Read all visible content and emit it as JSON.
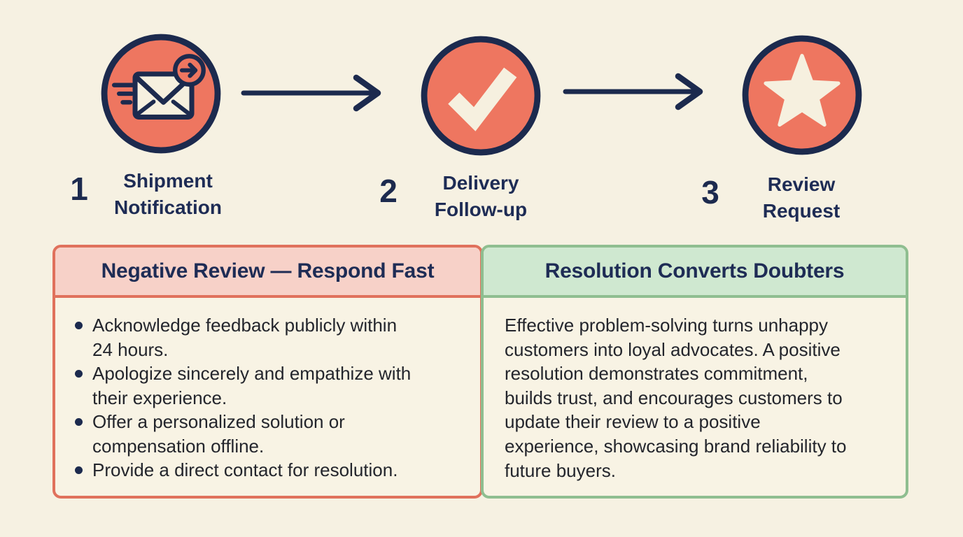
{
  "steps": [
    {
      "number": "1",
      "label": "Shipment Notification",
      "icon": "envelope-send-icon"
    },
    {
      "number": "2",
      "label": "Delivery Follow-up",
      "icon": "checkmark-icon"
    },
    {
      "number": "3",
      "label": "Review Request",
      "icon": "star-icon"
    }
  ],
  "panels": {
    "negative_review": {
      "title": "Negative Review — Respond Fast",
      "bullets": [
        "Acknowledge feedback publicly within\n24 hours.",
        "Apologize sincerely and empathize with\ntheir experience.",
        "Offer a personalized solution or\ncompensation offline.",
        "Provide a direct contact for resolution."
      ]
    },
    "resolution": {
      "title": "Resolution Converts Doubters",
      "body": "Effective problem-solving turns unhappy\ncustomers into loyal advocates. A positive\nresolution demonstrates commitment,\nbuilds trust, and encourages customers to\nupdate their review to a positive\nexperience, showcasing brand reliability to\nfuture buyers."
    }
  },
  "colors": {
    "background": "#f6f1e2",
    "navy": "#1c2a4e",
    "coral_fill": "#ee7660",
    "coral_border": "#e0715c",
    "pink_header": "#f7d1c8",
    "green_border": "#8fbe90",
    "green_header": "#cfe8d0",
    "icon_cream": "#f6f0df",
    "body_text": "#23252c"
  }
}
